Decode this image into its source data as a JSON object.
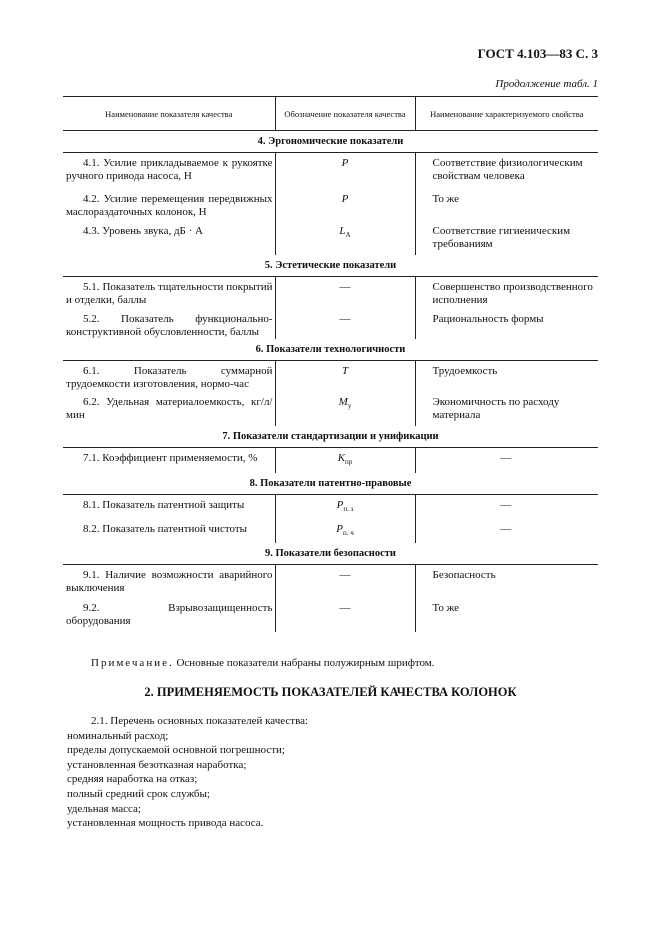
{
  "header": "ГОСТ 4.103—83 С. 3",
  "continuation": "Продолжение табл. 1",
  "table": {
    "col1": "Наименование показателя качества",
    "col2": "Обозначение показателя качества",
    "col3": "Наименование характеризуемого свойства",
    "sections": [
      {
        "title": "4. Эргономические показатели",
        "rows": [
          {
            "name": "4.1. Усилие прикладываемое к рукоятке ручного привода насоса, Н",
            "sym": "P",
            "sub": "",
            "prop": "Соответствие физиологическим свойствам человека"
          },
          {
            "name": "4.2. Усилие перемещения передвижных маслораздаточных колонок, Н",
            "sym": "P",
            "sub": "",
            "prop": "То же"
          },
          {
            "name": "4.3. Уровень звука, дБ · А",
            "sym": "L",
            "sub": "A",
            "prop": "Соответствие гигиеническим требованиям"
          }
        ]
      },
      {
        "title": "5. Эстетические показатели",
        "rows": [
          {
            "name": "5.1. Показатель тщательности покрытий и отделки, баллы",
            "sym": "—",
            "sub": "",
            "prop": "Совершенство производственного исполнения"
          },
          {
            "name": "5.2. Показатель функционально-конструктивной обусловленности, баллы",
            "sym": "—",
            "sub": "",
            "prop": "Рациональность формы"
          }
        ]
      },
      {
        "title": "6. Показатели технологичности",
        "rows": [
          {
            "name": "6.1. Показатель суммарной трудоемкости изготовления, нормо-час",
            "sym": "T",
            "sub": "",
            "prop": "Трудоемкость"
          },
          {
            "name": "6.2. Удельная материалоемкость, кг/л/мин",
            "sym": "M",
            "sub": "у",
            "prop": "Экономичность по расходу материала"
          }
        ]
      },
      {
        "title": "7. Показатели стандартизации и унификации",
        "rows": [
          {
            "name": "7.1. Коэффициент применяемости, %",
            "sym": "K",
            "sub": "пр",
            "prop": "—"
          }
        ]
      },
      {
        "title": "8. Показатели патентно-правовые",
        "rows": [
          {
            "name": "8.1. Показатель патентной защиты",
            "sym": "P",
            "sub": "п. з",
            "prop": "—"
          },
          {
            "name": "8.2. Показатель патентной чистоты",
            "sym": "P",
            "sub": "п. ч",
            "prop": "—"
          }
        ]
      },
      {
        "title": "9. Показатели безопасности",
        "rows": [
          {
            "name": "9.1. Наличие возможности аварийного выключения",
            "sym": "—",
            "sub": "",
            "prop": "Безопасность"
          },
          {
            "name": "9.2. Взрывозащищенность оборудования",
            "sym": "—",
            "sub": "",
            "prop": "То же"
          }
        ]
      }
    ]
  },
  "note_label": "Примечание.",
  "note_text": " Основные показатели набраны полужирным шрифтом.",
  "section2_title": "2. ПРИМЕНЯЕМОСТЬ ПОКАЗАТЕЛЕЙ КАЧЕСТВА КОЛОНОК",
  "list": [
    "2.1. Перечень основных показателей качества:",
    "номинальный расход;",
    "пределы допускаемой основной погрешности;",
    "установленная безотказная наработка;",
    "средняя наработка на отказ;",
    "полный средний срок службы;",
    "удельная масса;",
    "установленная мощность привода насоса."
  ]
}
